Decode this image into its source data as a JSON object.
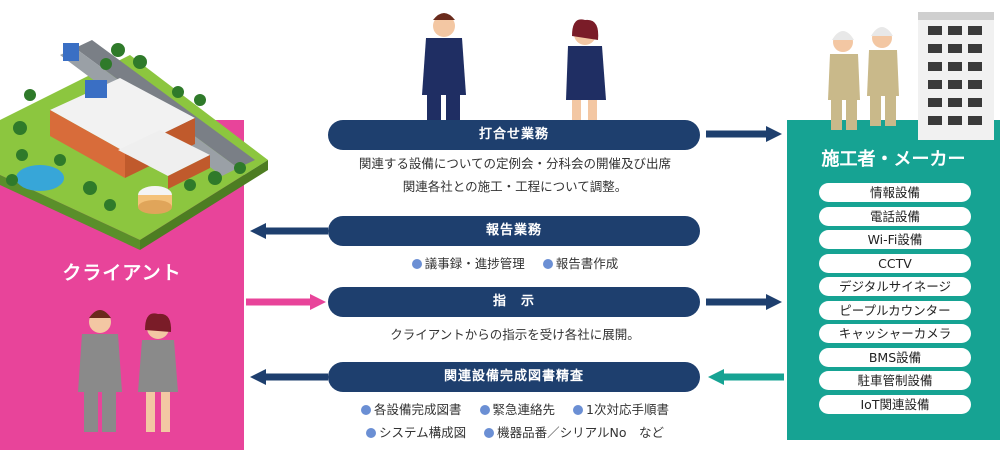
{
  "client": {
    "label": "クライアント"
  },
  "maker": {
    "label": "施工者・メーカー",
    "equipment": [
      "情報設備",
      "電話設備",
      "Wi-Fi設備",
      "CCTV",
      "デジタルサイネージ",
      "ピープルカウンター",
      "キャッシャーカメラ",
      "BMS設備",
      "駐車管制設備",
      "IoT関連設備"
    ]
  },
  "tasks": {
    "meeting": {
      "label": "打合せ業務",
      "lines": [
        "関連する設備についての定例会・分科会の開催及び出席",
        "関連各社との施工・工程について調整。"
      ]
    },
    "report": {
      "label": "報告業務",
      "items": [
        "議事録・進捗管理",
        "報告書作成"
      ]
    },
    "instruction": {
      "label": "指　示",
      "line": "クライアントからの指示を受け各社に展開。"
    },
    "inspection": {
      "label": "関連設備完成図書精査",
      "items_row1": [
        "各設備完成図書",
        "緊急連絡先",
        "1次対応手順書"
      ],
      "items_row2": [
        "システム構成図",
        "機器品番／シリアルNo　など"
      ]
    }
  },
  "colors": {
    "client": "#e8449a",
    "maker": "#16a393",
    "pill": "#1e3f6e",
    "bullet": "#6b8fd4"
  }
}
